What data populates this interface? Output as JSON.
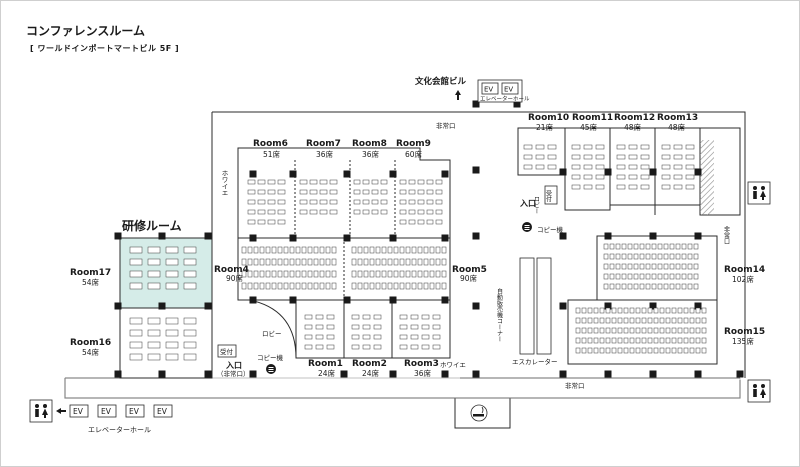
{
  "header": {
    "title": "コンファレンスルーム",
    "subtitle": "[ ワールドインポートマートビル 5F ]"
  },
  "labels": {
    "bunka_bldg": "文化会館ビル",
    "ev": "EV",
    "elevator_hall": "エレベーターホール",
    "emergency_exit": "非常口",
    "hoiye": "ホワイエ",
    "kenshu_room": "研修ルーム",
    "lobby": "ロビー",
    "copy_machine": "コピー機",
    "reception": "受付",
    "entrance": "入口",
    "entrance_emergency": "（非常口）",
    "escalator": "エスカレーター",
    "vending_corner": "自動販売機コーナー"
  },
  "rooms": [
    {
      "id": "room6",
      "name": "Room6",
      "seats": "51席"
    },
    {
      "id": "room7",
      "name": "Room7",
      "seats": "36席"
    },
    {
      "id": "room8",
      "name": "Room8",
      "seats": "36席"
    },
    {
      "id": "room9",
      "name": "Room9",
      "seats": "60席"
    },
    {
      "id": "room4",
      "name": "Room4",
      "seats": "90席"
    },
    {
      "id": "room5",
      "name": "Room5",
      "seats": "90席"
    },
    {
      "id": "room1",
      "name": "Room1",
      "seats": "24席"
    },
    {
      "id": "room2",
      "name": "Room2",
      "seats": "24席"
    },
    {
      "id": "room3",
      "name": "Room3",
      "seats": "36席"
    },
    {
      "id": "room17",
      "name": "Room17",
      "seats": "54席"
    },
    {
      "id": "room16",
      "name": "Room16",
      "seats": "54席"
    },
    {
      "id": "room10",
      "name": "Room10",
      "seats": "21席"
    },
    {
      "id": "room11",
      "name": "Room11",
      "seats": "45席"
    },
    {
      "id": "room12",
      "name": "Room12",
      "seats": "48席"
    },
    {
      "id": "room13",
      "name": "Room13",
      "seats": "48席"
    },
    {
      "id": "room14",
      "name": "Room14",
      "seats": "102席"
    },
    {
      "id": "room15",
      "name": "Room15",
      "seats": "135席"
    }
  ],
  "colors": {
    "kenshu_fill": "#d5ece8",
    "line": "#2b2b2b",
    "corridor": "#ffffff",
    "hatch": "#8a8a8a"
  },
  "icons": {
    "restroom": "restroom-icon",
    "arrow_up": "arrow-up-icon",
    "arrow_left": "arrow-left-icon",
    "smoking": "smoking-icon",
    "copy": "copy-icon"
  }
}
